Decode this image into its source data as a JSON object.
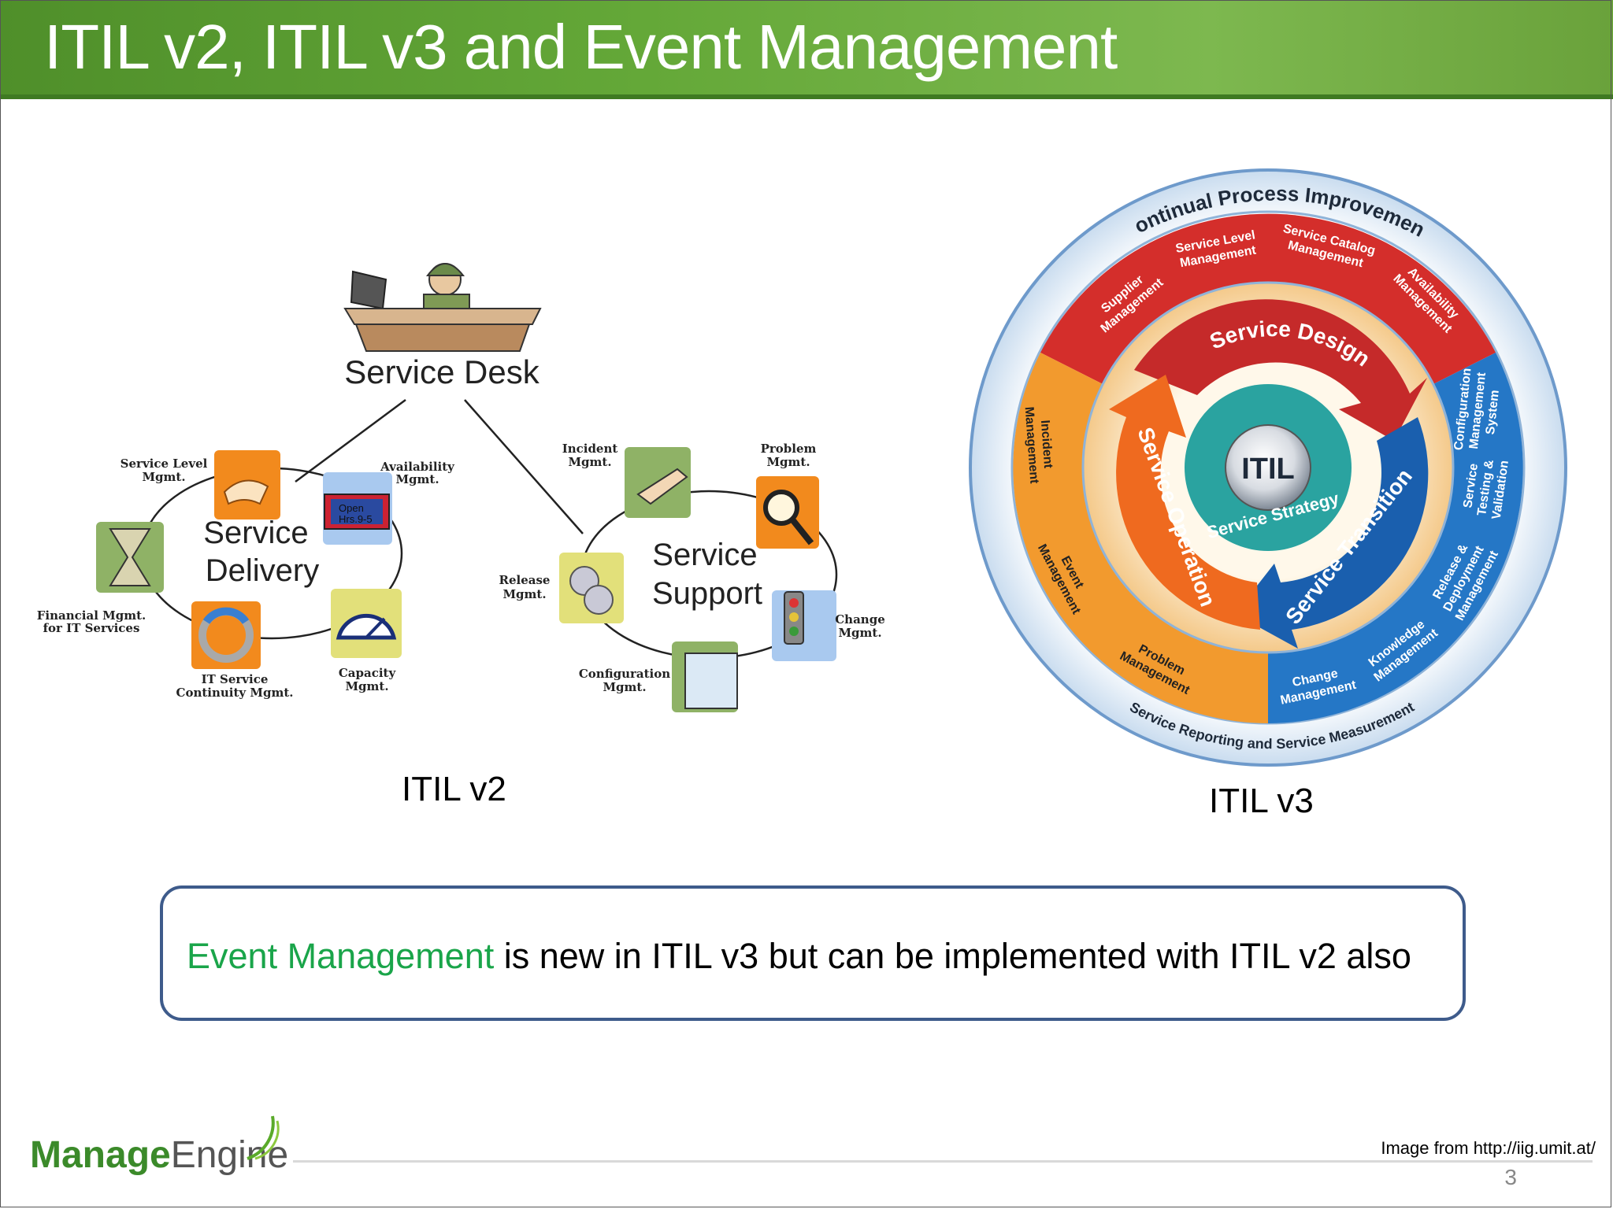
{
  "slide": {
    "title": "ITIL v2, ITIL v3 and Event Management",
    "itil_v2_caption": "ITIL v2",
    "itil_v3_caption": "ITIL v3",
    "callout": {
      "highlight": "Event Management",
      "rest": " is new in ITIL v3 but can be implemented with ITIL v2 also"
    },
    "credit": "Image from http://iig.umit.at/",
    "page_number": "3"
  },
  "logo": {
    "part1": "Manage",
    "part2": "Engine"
  },
  "v2": {
    "service_desk": "Service Desk",
    "delivery_l1": "Service",
    "delivery_l2": "Delivery",
    "support_l1": "Service",
    "support_l2": "Support",
    "sign_l1": "Open",
    "sign_l2": "Hrs.9-5",
    "labels": {
      "slm_1": "Service Level",
      "slm_2": "Mgmt.",
      "avail_1": "Availability",
      "avail_2": "Mgmt.",
      "fin_1": "Financial Mgmt.",
      "fin_2": "for IT Services",
      "itsc_1": "IT Service",
      "itsc_2": "Continuity Mgmt.",
      "cap_1": "Capacity",
      "cap_2": "Mgmt.",
      "inc_1": "Incident",
      "inc_2": "Mgmt.",
      "prob_1": "Problem",
      "prob_2": "Mgmt.",
      "rel_1": "Release",
      "rel_2": "Mgmt.",
      "chg_1": "Change",
      "chg_2": "Mgmt.",
      "cfg_1": "Configuration",
      "cfg_2": "Mgmt."
    }
  },
  "v3": {
    "outer_top": "Continual Process Improvement",
    "outer_bottom": "Service Reporting and Service Measurement",
    "center": "ITIL",
    "ring": {
      "design": "Service Design",
      "transition": "Service Transition",
      "operation": "Service Operation",
      "strategy": "Service Strategy"
    },
    "processes": {
      "supplier_1": "Supplier",
      "supplier_2": "Management",
      "slm_1": "Service Level",
      "slm_2": "Management",
      "catalog_1": "Service Catalog",
      "catalog_2": "Management",
      "avail_1": "Availability",
      "avail_2": "Management",
      "incident_1": "Incident",
      "incident_2": "Management",
      "event_1": "Event",
      "event_2": "Management",
      "problem_1": "Problem",
      "problem_2": "Management",
      "change_1": "Change",
      "change_2": "Management",
      "knowledge_1": "Knowledge",
      "knowledge_2": "Management",
      "release_1": "Release &",
      "release_2": "Deployment",
      "release_3": "Management",
      "testing_1": "Service",
      "testing_2": "Testing &",
      "testing_3": "Validation",
      "config_1": "Configuration",
      "config_2": "Management",
      "config_3": "System"
    }
  },
  "colors": {
    "red": "#d42e2b",
    "orange": "#f07b1e",
    "blue": "#1d6fbd",
    "teal": "#29a3a3",
    "green_text": "#1aa54a",
    "callout_border": "#3e5b8b"
  }
}
